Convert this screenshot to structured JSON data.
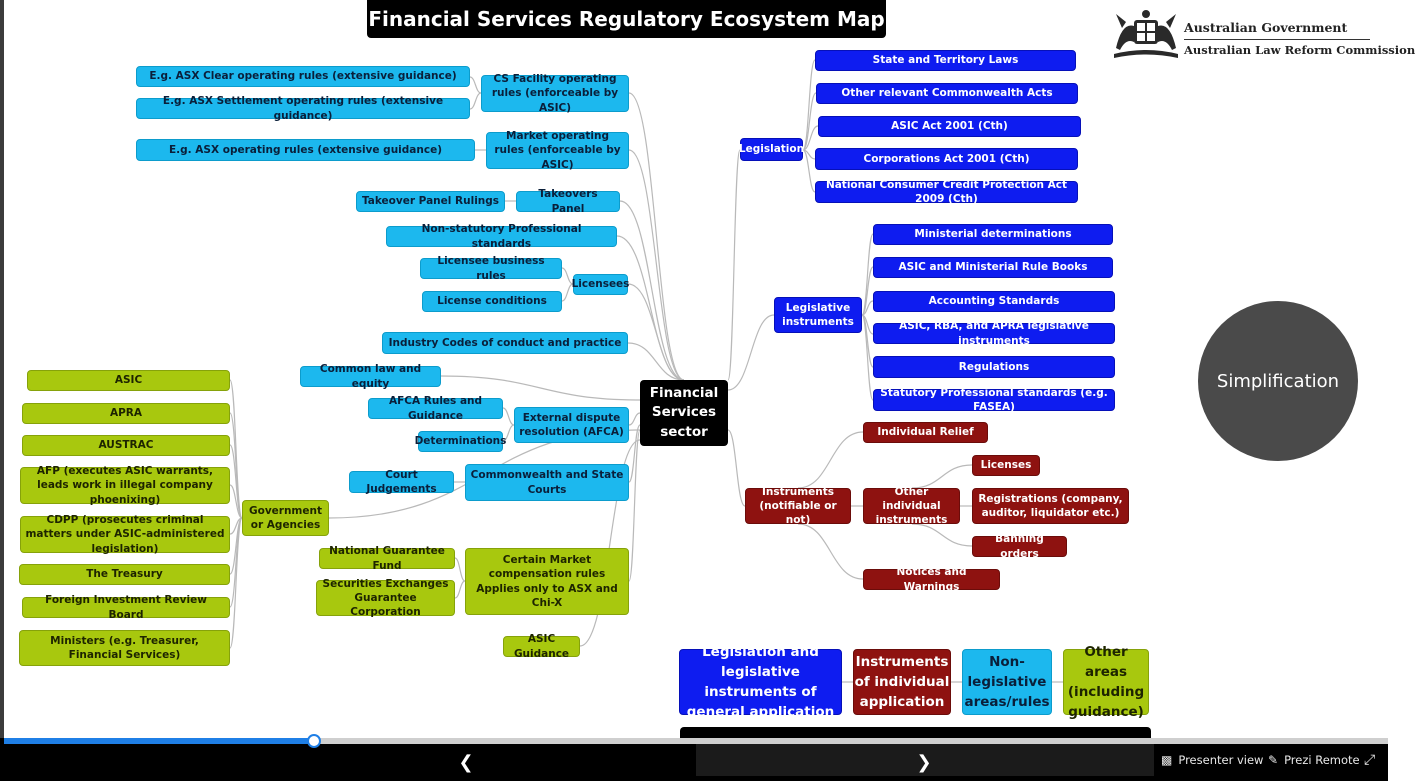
{
  "title": "Financial Services Regulatory Ecosystem Map",
  "government": {
    "line1": "Australian Government",
    "line2": "Australian Law Reform Commission"
  },
  "center": {
    "label": "Financial Services sector"
  },
  "simplification": "Simplification",
  "colors": {
    "cyan": "#1cb8ee",
    "blue": "#0e1cf0",
    "red": "#8e1210",
    "green": "#a8c80e",
    "center": "#000000"
  },
  "nodes": {
    "asx_clear": "E.g. ASX Clear operating rules (extensive guidance)",
    "asx_settlement": "E.g. ASX Settlement operating rules (extensive guidance)",
    "asx_operating": "E.g. ASX operating rules (extensive guidance)",
    "cs_facility": "CS Facility operating rules (enforceable by ASIC)",
    "market_operating": "Market operating rules (enforceable by ASIC)",
    "takeover_rulings": "Takeover Panel Rulings",
    "takeovers_panel": "Takeovers Panel",
    "non_statutory": "Non-statutory Professional standards",
    "licensee_rules": "Licensee business rules",
    "license_conditions": "License conditions",
    "licensees": "Licensees",
    "industry_codes": "Industry Codes of conduct and practice",
    "common_law": "Common law and equity",
    "afca_rules": "AFCA Rules and Guidance",
    "determinations": "Determinations",
    "edr": "External dispute resolution (AFCA)",
    "court_judgements": "Court Judgements",
    "courts": "Commonwealth and State Courts",
    "asic": "ASIC",
    "apra": "APRA",
    "austrac": "AUSTRAC",
    "afp": "AFP (executes ASIC warrants, leads work in illegal company phoenixing)",
    "cdpp": "CDPP (prosecutes criminal matters under ASIC-administered legislation)",
    "treasury": "The Treasury",
    "firb": "Foreign Investment Review Board",
    "ministers": "Ministers (e.g. Treasurer, Financial Services)",
    "gov_agencies": "Government or Agencies",
    "ngf": "National Guarantee Fund",
    "segc": "Securities Exchanges Guarantee Corporation",
    "compensation_rules": "Certain Market compensation rules",
    "compensation_note": "Applies only to ASX and Chi-X",
    "asic_guidance": "ASIC Guidance",
    "legislation": "Legislation",
    "state_laws": "State and Territory Laws",
    "other_acts": "Other relevant Commonwealth Acts",
    "asic_act": "ASIC Act 2001 (Cth)",
    "corps_act": "Corporations Act 2001 (Cth)",
    "nccp_act": "National Consumer Credit Protection Act 2009 (Cth)",
    "leg_instruments": "Legislative instruments",
    "ministerial_det": "Ministerial determinations",
    "rule_books": "ASIC and Ministerial Rule Books",
    "accounting": "Accounting Standards",
    "rba_apra": "ASIC, RBA, and APRA legislative instruments",
    "regulations": "Regulations",
    "fasea": "Statutory Professional standards (e.g. FASEA)",
    "instruments": "Instruments (notifiable or not)",
    "individual_relief": "Individual Relief",
    "other_individual": "Other individual instruments",
    "licenses": "Licenses",
    "registrations": "Registrations (company, auditor, liquidator etc.)",
    "banning": "Banning orders",
    "notices": "Notices and Warnings"
  },
  "legend": {
    "general": "Legislation and legislative instruments of general application",
    "individual": "Instruments of individual application",
    "non_legislative": "Non-legislative areas/rules",
    "other": "Other areas (including guidance)"
  },
  "toolbar": {
    "progress_percent": 22.3,
    "presenter_view": "Presenter view",
    "prezi_remote": "Prezi Remote"
  }
}
